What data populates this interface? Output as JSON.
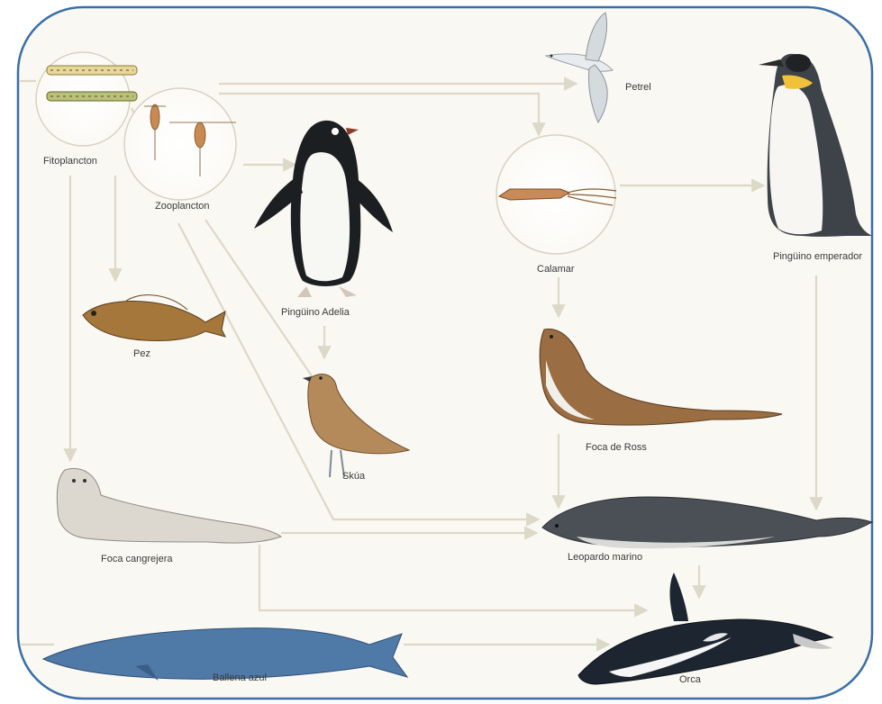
{
  "diagram": {
    "nodes": [
      {
        "id": "fitoplancton",
        "label": "Fitoplancton"
      },
      {
        "id": "zooplancton",
        "label": "Zooplancton"
      },
      {
        "id": "petrel",
        "label": "Petrel"
      },
      {
        "id": "calamar",
        "label": "Calamar"
      },
      {
        "id": "pinguino_emperador",
        "label": "Pingüino emperador"
      },
      {
        "id": "pinguino_adelia",
        "label": "Pingüino Adelia"
      },
      {
        "id": "pez",
        "label": "Pez"
      },
      {
        "id": "skua",
        "label": "Skúa"
      },
      {
        "id": "foca_ross",
        "label": "Foca de Ross"
      },
      {
        "id": "foca_cangrejera",
        "label": "Foca cangrejera"
      },
      {
        "id": "leopardo_marino",
        "label": "Leopardo marino"
      },
      {
        "id": "ballena_azul",
        "label": "Ballena azul"
      },
      {
        "id": "orca",
        "label": "Orca"
      }
    ],
    "edges": [
      {
        "from": "fitoplancton",
        "to": "zooplancton"
      },
      {
        "from": "fitoplancton",
        "to": "pez"
      },
      {
        "from": "fitoplancton",
        "to": "foca_cangrejera"
      },
      {
        "from": "zooplancton",
        "to": "petrel"
      },
      {
        "from": "zooplancton",
        "to": "calamar"
      },
      {
        "from": "zooplancton",
        "to": "pinguino_adelia"
      },
      {
        "from": "zooplancton",
        "to": "skua"
      },
      {
        "from": "zooplancton",
        "to": "leopardo_marino"
      },
      {
        "from": "calamar",
        "to": "pinguino_emperador"
      },
      {
        "from": "calamar",
        "to": "foca_ross"
      },
      {
        "from": "pinguino_adelia",
        "to": "skua"
      },
      {
        "from": "pinguino_emperador",
        "to": "leopardo_marino"
      },
      {
        "from": "foca_ross",
        "to": "leopardo_marino"
      },
      {
        "from": "foca_cangrejera",
        "to": "leopardo_marino"
      },
      {
        "from": "foca_cangrejera",
        "to": "orca"
      },
      {
        "from": "leopardo_marino",
        "to": "orca"
      },
      {
        "from": "ballena_azul",
        "to": "orca"
      }
    ]
  },
  "colors": {
    "frame": "#3a6ea8",
    "background": "#faf8f2",
    "arrow": "#dcd9c8",
    "label": "#3a3a3a"
  }
}
